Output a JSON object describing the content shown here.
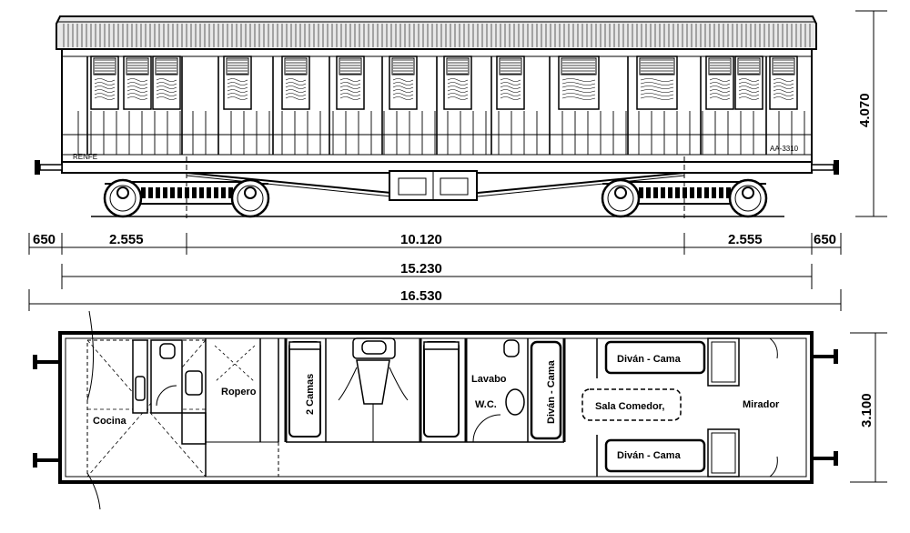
{
  "side_view": {
    "marking_left": "RENFE",
    "marking_right": "AA-3310"
  },
  "dimensions": {
    "height": "4.070",
    "width": "3.100",
    "overhang_left": "650",
    "bogie_left": "2.555",
    "bogie_centers": "10.120",
    "bogie_right": "2.555",
    "overhang_right": "650",
    "body_length": "15.230",
    "total_length": "16.530"
  },
  "rooms": {
    "kitchen": "Cocina",
    "wardrobe": "Ropero",
    "two_beds": "2 Camas",
    "washbasin": "Lavabo",
    "wc": "W.C.",
    "divan_bed_vertical": "Diván - Cama",
    "divan_bed_top": "Diván - Cama",
    "dining_room": "Sala Comedor,",
    "divan_bed_bottom": "Diván - Cama",
    "observation": "Mirador"
  }
}
